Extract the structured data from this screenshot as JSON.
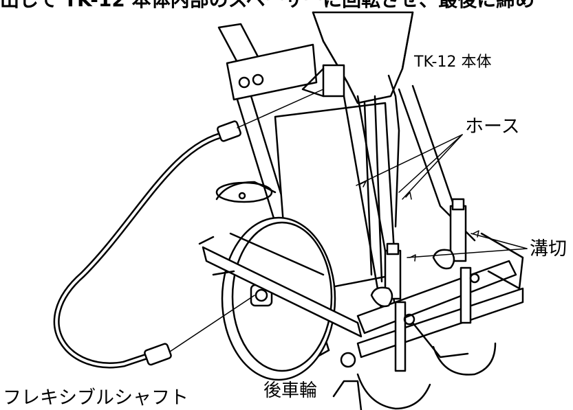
{
  "caption": "出して TK-12 本体内部のスペーサーに回転させ、最後に締め",
  "labels": {
    "body": "TK-12 本体",
    "hose": "ホース",
    "mizokiri": "溝切",
    "rear_wheel": "後車輪",
    "flexible_shaft": "フレキシブルシャフト"
  }
}
